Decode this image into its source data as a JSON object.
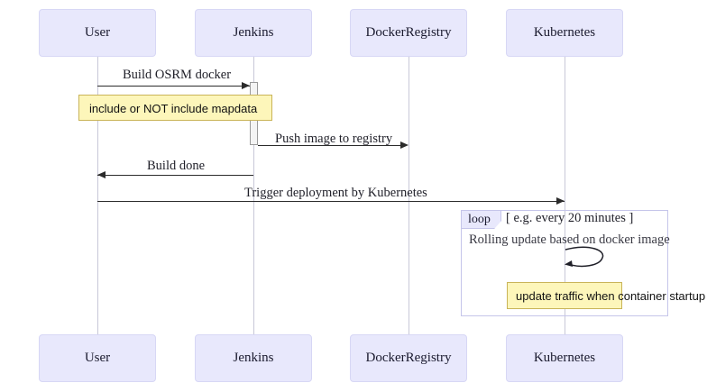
{
  "diagram": {
    "type": "sequence-diagram",
    "colors": {
      "participant_fill": "#e8e8fc",
      "participant_border": "#d7d7f5",
      "lifeline": "#c8c8d8",
      "note_fill": "#fdf6ba",
      "note_border": "#c9b458",
      "arrow": "#2b2b2b",
      "fragment_border": "#c5c5ea",
      "background": "#ffffff"
    },
    "participants": [
      {
        "id": "user",
        "label": "User"
      },
      {
        "id": "jenkins",
        "label": "Jenkins"
      },
      {
        "id": "dockerregistry",
        "label": "DockerRegistry"
      },
      {
        "id": "kubernetes",
        "label": "Kubernetes"
      }
    ],
    "messages": [
      {
        "id": "m1",
        "label": "Build OSRM docker",
        "from": "user",
        "to": "jenkins",
        "direction": "right"
      },
      {
        "id": "m2",
        "label": "Push image to registry",
        "from": "jenkins",
        "to": "dockerregistry",
        "direction": "right"
      },
      {
        "id": "m3",
        "label": "Build done",
        "from": "jenkins",
        "to": "user",
        "direction": "left"
      },
      {
        "id": "m4",
        "label": "Trigger deployment by Kubernetes",
        "from": "user",
        "to": "kubernetes",
        "direction": "right"
      }
    ],
    "notes": [
      {
        "id": "n1",
        "text": "include or NOT include mapdata"
      },
      {
        "id": "n2",
        "text": "update traffic when container startup"
      }
    ],
    "fragment": {
      "keyword": "loop",
      "condition": "[ e.g. every 20 minutes ]",
      "self_message": "Rolling update based on docker image",
      "on": "kubernetes"
    }
  }
}
